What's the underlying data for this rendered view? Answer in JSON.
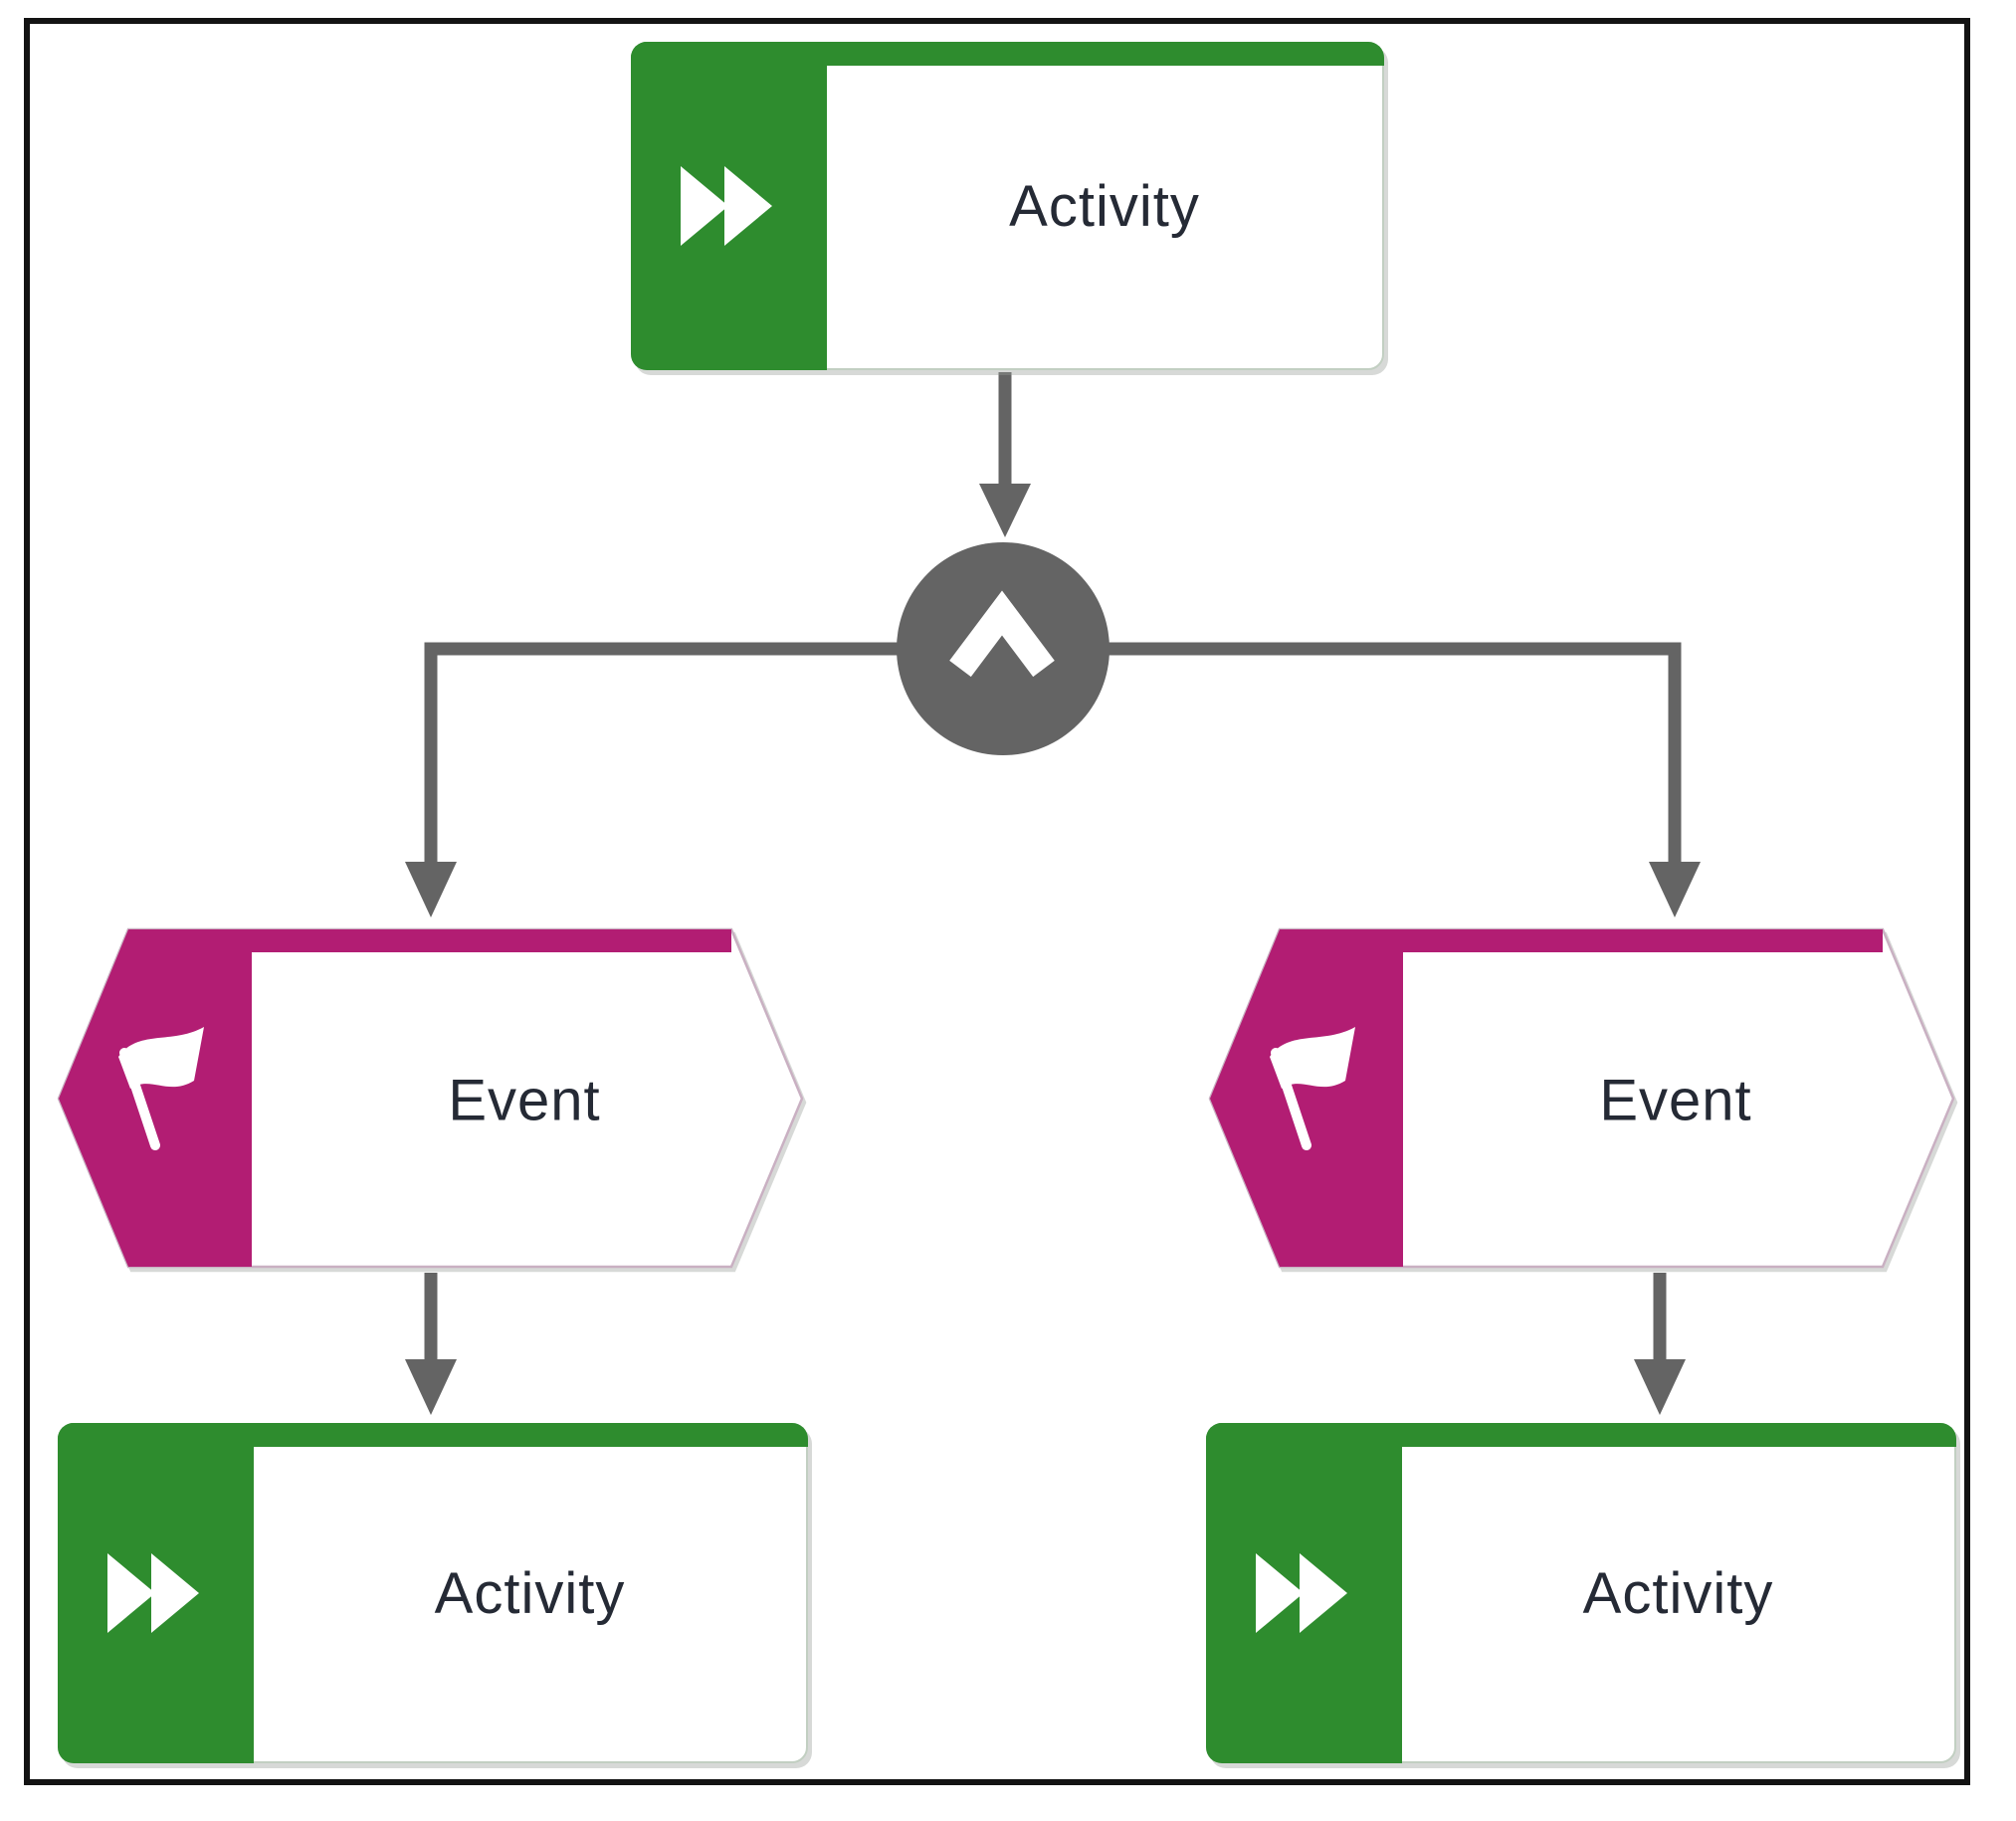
{
  "diagram": {
    "kind": "EPC process flow diagram",
    "nodes": {
      "activity_top": {
        "label": "Activity",
        "icon": "fast-forward-icon",
        "color": "#2e8c2e"
      },
      "and_connector": {
        "symbol": "chevron-up",
        "color": "#646464"
      },
      "event_left": {
        "label": "Event",
        "icon": "flag-icon",
        "color": "#b21d73"
      },
      "event_right": {
        "label": "Event",
        "icon": "flag-icon",
        "color": "#b21d73"
      },
      "activity_left": {
        "label": "Activity",
        "icon": "fast-forward-icon",
        "color": "#2e8c2e"
      },
      "activity_right": {
        "label": "Activity",
        "icon": "fast-forward-icon",
        "color": "#2e8c2e"
      }
    },
    "edges": [
      {
        "from": "activity_top",
        "to": "and_connector"
      },
      {
        "from": "and_connector",
        "to": "event_left"
      },
      {
        "from": "and_connector",
        "to": "event_right"
      },
      {
        "from": "event_left",
        "to": "activity_left"
      },
      {
        "from": "event_right",
        "to": "activity_right"
      }
    ]
  },
  "colors": {
    "activity_green": "#2e8c2e",
    "event_magenta": "#b21d73",
    "connector_gray": "#646464",
    "node_text": "#252a35",
    "frame_black": "#131313"
  }
}
